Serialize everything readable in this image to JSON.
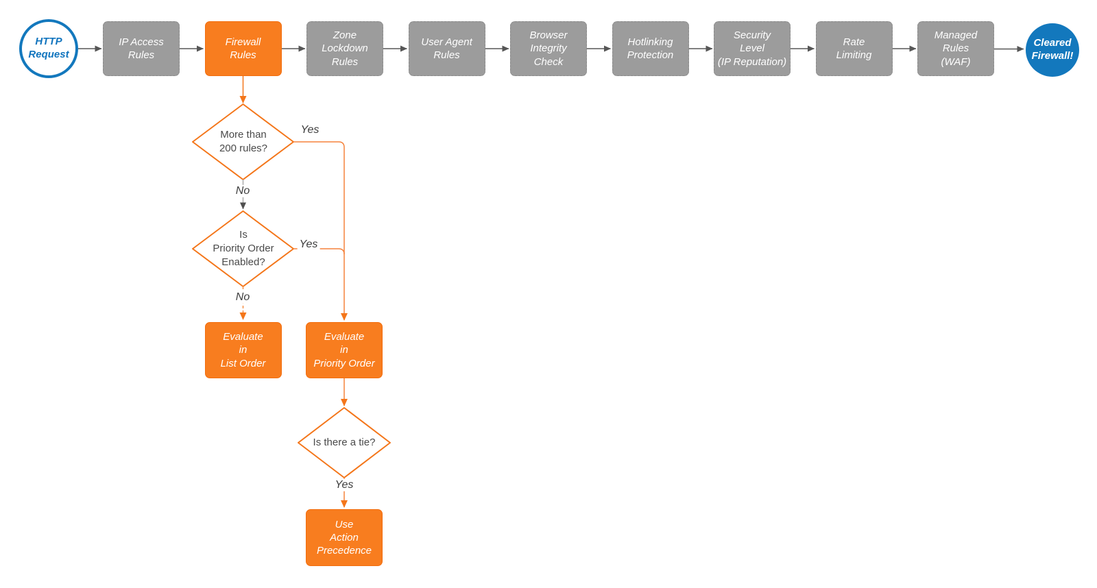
{
  "diagram": {
    "colors": {
      "node_orange": "#F87D1F",
      "node_orange_border": "#F26D0E",
      "node_gray": "#9C9C9C",
      "blue": "#1378BD",
      "wire_gray": "#565656",
      "wire_orange": "#F4761A",
      "diamond_text": "#4A4A4A"
    },
    "pipeline": [
      {
        "label": "HTTP\nRequest"
      },
      {
        "label": "IP Access\nRules"
      },
      {
        "label": "Firewall\nRules"
      },
      {
        "label": "Zone\nLockdown\nRules"
      },
      {
        "label": "User Agent\nRules"
      },
      {
        "label": "Browser\nIntegrity\nCheck"
      },
      {
        "label": "Hotlinking\nProtection"
      },
      {
        "label": "Security\nLevel\n(IP Reputation)"
      },
      {
        "label": "Rate\nLimiting"
      },
      {
        "label": "Managed\nRules\n(WAF)"
      },
      {
        "label": "Cleared\nFirewall!"
      }
    ],
    "decisions": [
      {
        "label": "More than\n200 rules?"
      },
      {
        "label": "Is\nPriority Order\nEnabled?"
      },
      {
        "label": "Is there a tie?"
      }
    ],
    "actions": [
      {
        "label": "Evaluate\nin\nList Order"
      },
      {
        "label": "Evaluate\nin\nPriority Order"
      },
      {
        "label": "Use\nAction\nPrecedence"
      }
    ],
    "edge_labels": {
      "yes1": "Yes",
      "no1": "No",
      "yes2": "Yes",
      "no2": "No",
      "yes3": "Yes"
    }
  }
}
